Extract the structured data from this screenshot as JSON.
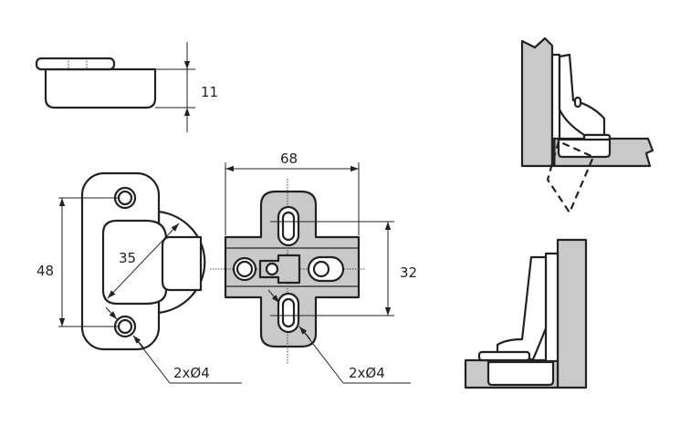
{
  "title": "Concealed hinge dimension drawing",
  "dimensions": {
    "cup_depth": "11",
    "cup_hole_spacing": "48",
    "cup_diameter": "35",
    "cup_screw_holes": "2xØ4",
    "plate_width": "68",
    "plate_hole_spacing": "32",
    "plate_screw_holes": "2xØ4"
  },
  "colors": {
    "line": "#222222",
    "fill": "#c8c9c8"
  }
}
